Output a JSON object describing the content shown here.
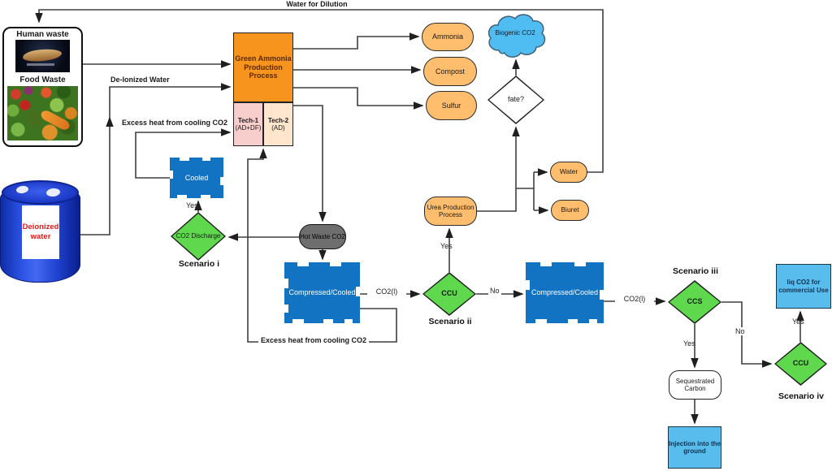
{
  "flow_labels": {
    "water_for_dilution": "Water for Dilution",
    "deionized_water": "De-Ionized Water",
    "excess_heat_top": "Excess heat from cooling CO2",
    "excess_heat_bottom": "Excess heat from cooling CO2",
    "co2_liquid_1": "CO2(l)",
    "co2_liquid_2": "CO2(l)",
    "yes_to_cooled": "Yes",
    "yes_to_urea": "Yes",
    "yes_to_sequestrated": "Yes",
    "yes_to_liq_co2": "Yes",
    "no_to_compressed2": "No",
    "no_to_ccu4": "No"
  },
  "sources": {
    "human_waste_title": "Human waste",
    "food_waste_title": "Food Waste",
    "barrel_label": "Deionized water"
  },
  "process": {
    "green_ammonia": "Green Ammonia Production Process",
    "tech1_name": "Tech-1",
    "tech1_sub": "(AD+DF)",
    "tech2_name": "Tech-2",
    "tech2_sub": "(AD)"
  },
  "products": {
    "ammonia": "Ammonia",
    "compost": "Compost",
    "sulfur": "Sulfur",
    "water": "Water",
    "biuret": "Biuret"
  },
  "co2_path": {
    "hot_waste": "Hot Waste CO2",
    "cooled": "Cooled",
    "compressed_1": "Compressed/Cooled",
    "compressed_2": "Compressed/Cooled",
    "biogenic_cloud": "Biogenic CO2",
    "urea_process": "Urea Production Process"
  },
  "decisions": {
    "fate": "fate?",
    "co2_discharge": "CO2 Discharge",
    "ccu_scenario2": "CCU",
    "ccs": "CCS",
    "ccu_scenario4": "CCU"
  },
  "scenarios": {
    "i": "Scenario i",
    "ii": "Scenario ii",
    "iii": "Scenario iii",
    "iv": "Scenario iv"
  },
  "sinks": {
    "sequestrated": "Sequestrated Carbon",
    "injection": "Injection into the ground",
    "liq_co2": "liq CO2 for commercial Use"
  },
  "colors": {
    "orange_process": "#F7941E",
    "orange_product": "#FFBE6E",
    "tech1_fill": "#F8CECC",
    "tech2_fill": "#FFE6CC",
    "blue_box": "#1273C2",
    "light_blue_box": "#58BCEC",
    "cloud_blue": "#4FBCF2",
    "green_decision": "#5FD84E",
    "gray_hot_waste": "#6E6E6E",
    "barrel_blue": "#2446D6",
    "line": "#3F3F3F"
  }
}
